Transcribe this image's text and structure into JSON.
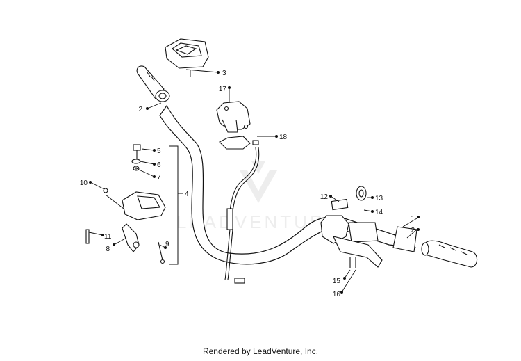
{
  "diagram": {
    "watermark": "LEADVENTURE",
    "callouts": [
      "1",
      "2",
      "2",
      "3",
      "4",
      "5",
      "6",
      "7",
      "8",
      "9",
      "10",
      "11",
      "12",
      "13",
      "14",
      "15",
      "16",
      "17",
      "18"
    ]
  },
  "footer": {
    "text": "Rendered by LeadVenture, Inc."
  },
  "colors": {
    "line": "#111111",
    "watermark": "#dcdcdc",
    "background": "#ffffff"
  }
}
